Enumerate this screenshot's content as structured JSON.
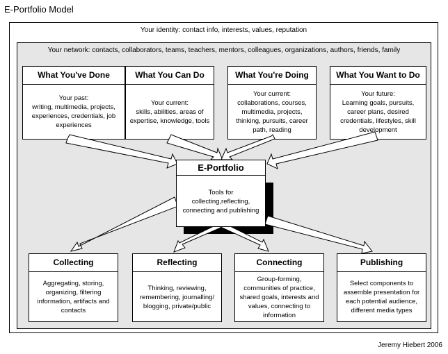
{
  "title": "E-Portfolio Model",
  "identity": "Your identity:  contact info, interests, values, reputation",
  "network": "Your network:  contacts, collaborators, teams, teachers, mentors, colleagues, organizations, authors, friends, family",
  "top_boxes": [
    {
      "heading": "What You've Done",
      "body": "Your past:\nwriting, multimedia, projects, experiences, credentials, job experiences"
    },
    {
      "heading": "What You Can Do",
      "body": "Your current:\nskills, abilities, areas of expertise, knowledge, tools"
    },
    {
      "heading": "What You're Doing",
      "body": "Your current:\ncollaborations, courses, multimedia, projects, thinking, pursuits, career path, reading"
    },
    {
      "heading": "What You Want to Do",
      "body": "Your future:\nLearning goals, pursuits, career plans, desired credentials, lifestyles, skill development"
    }
  ],
  "center_box": {
    "heading": "E-Portfolio",
    "body": "Tools for collecting,reflecting, connecting and publishing"
  },
  "bottom_boxes": [
    {
      "heading": "Collecting",
      "body": "Aggregating, storing, organizing, filtering information, artifacts and contacts"
    },
    {
      "heading": "Reflecting",
      "body": "Thinking, reviewing, remembering, journalling/ blogging, private/public"
    },
    {
      "heading": "Connecting",
      "body": "Group-forming, communities of practice, shared goals, interests and values, connecting to information"
    },
    {
      "heading": "Publishing",
      "body": "Select components to assemble presentation for each potential audience, different media types"
    }
  ],
  "credit": "Jeremy Hiebert 2006"
}
